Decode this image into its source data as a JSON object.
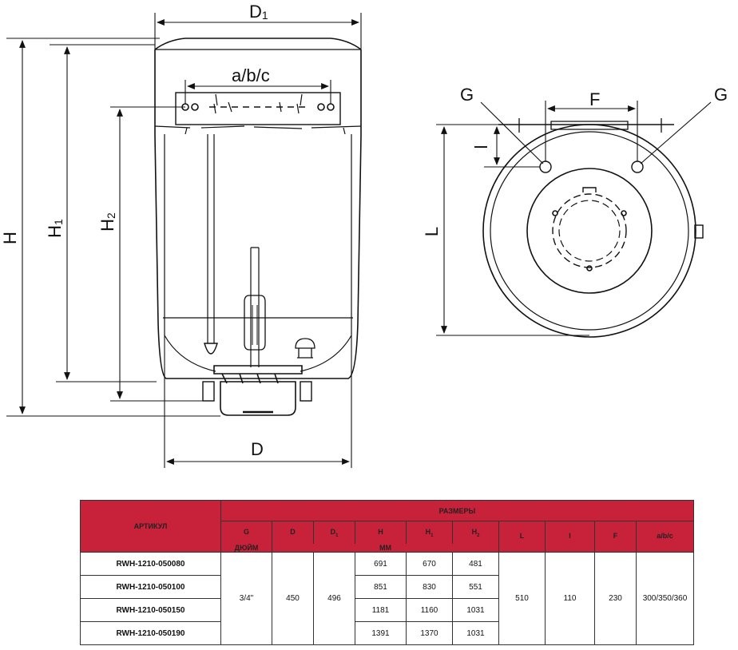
{
  "drawing": {
    "front_labels": {
      "d1": "D",
      "d1_sub": "1",
      "abc": "a/b/c",
      "h": "H",
      "h1": "H",
      "h1_sub": "1",
      "h2": "H",
      "h2_sub": "2",
      "d": "D"
    },
    "top_labels": {
      "g_left": "G",
      "g_right": "G",
      "f": "F",
      "l_small": "l",
      "l_big": "L"
    }
  },
  "table": {
    "group_header": "РАЗМЕРЫ",
    "article_header": "АРТИКУЛ",
    "columns": [
      {
        "label": "G",
        "sub": ""
      },
      {
        "label": "D",
        "sub": ""
      },
      {
        "label": "D",
        "sub": "1"
      },
      {
        "label": "H",
        "sub": ""
      },
      {
        "label": "H",
        "sub": "1"
      },
      {
        "label": "H",
        "sub": "2"
      },
      {
        "label": "L",
        "sub": ""
      },
      {
        "label": "l",
        "sub": ""
      },
      {
        "label": "F",
        "sub": ""
      },
      {
        "label": "a/b/c",
        "sub": ""
      }
    ],
    "unit_inch": "ДЮЙМ",
    "unit_mm": "ММ",
    "shared": {
      "G": "3/4\"",
      "D": "450",
      "D1": "496",
      "L": "510",
      "l": "110",
      "F": "230",
      "abc": "300/350/360"
    },
    "rows": [
      {
        "article": "RWH-1210-050080",
        "H": "691",
        "H1": "670",
        "H2": "481"
      },
      {
        "article": "RWH-1210-050100",
        "H": "851",
        "H1": "830",
        "H2": "551"
      },
      {
        "article": "RWH-1210-050150",
        "H": "1181",
        "H1": "1160",
        "H2": "1031"
      },
      {
        "article": "RWH-1210-050190",
        "H": "1391",
        "H1": "1370",
        "H2": "1031"
      }
    ]
  }
}
